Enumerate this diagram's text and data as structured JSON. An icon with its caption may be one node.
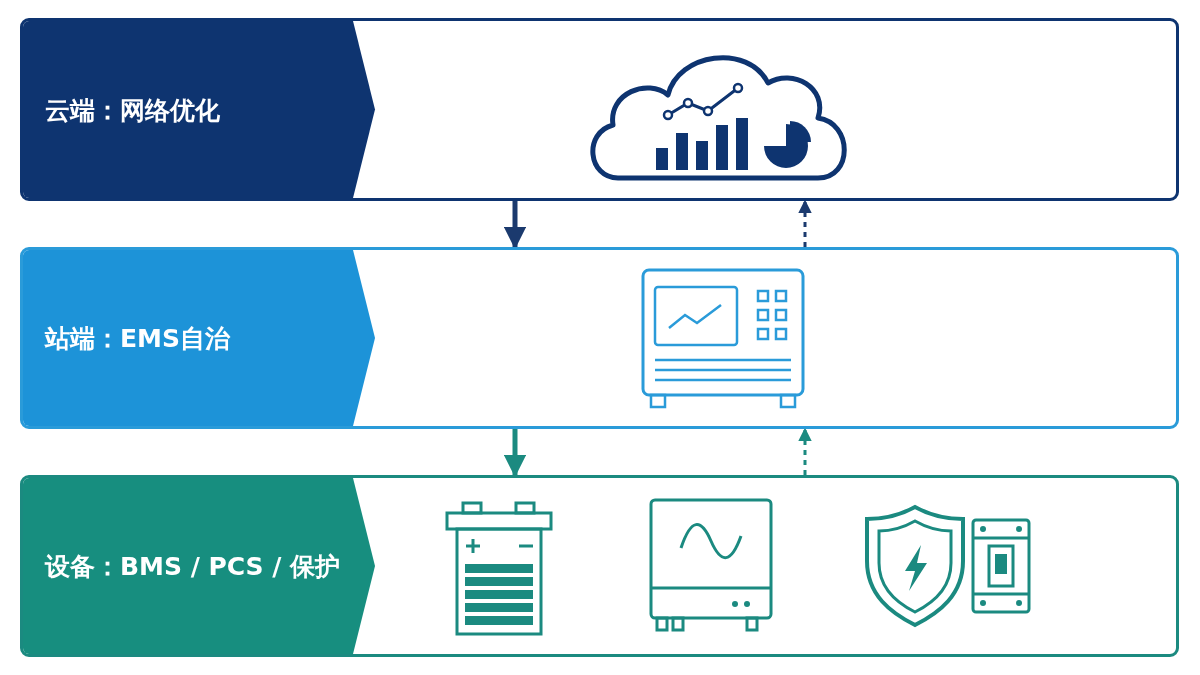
{
  "diagram": {
    "nodes": [
      {
        "text": [
          "云端：网络优化"
        ]
      },
      {
        "text": [
          "站端：EMS自治"
        ]
      },
      {
        "text": [
          "设备：BMS / PCS / 保护"
        ]
      }
    ],
    "edges": [
      {
        "from": 0,
        "to": 1,
        "arrow": "to"
      },
      {
        "from": 1,
        "to": 0,
        "arrow": "to",
        "style": "dashed"
      },
      {
        "from": 1,
        "to": 2,
        "arrow": "to",
        "color": "#1b8a80"
      },
      {
        "from": 2,
        "to": 1,
        "arrow": "to",
        "style": "dashed",
        "color": "#1b8a80"
      }
    ]
  }
}
